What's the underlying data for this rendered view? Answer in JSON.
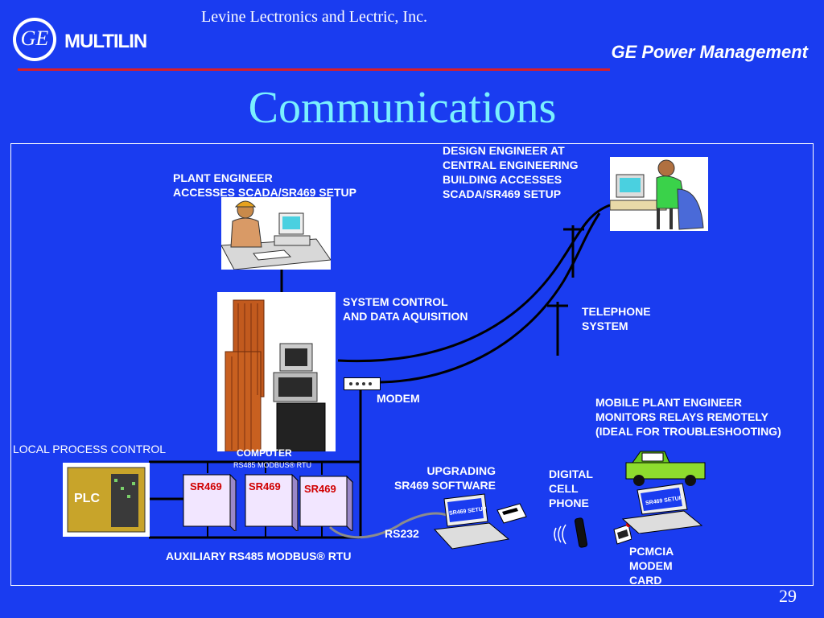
{
  "header": {
    "company": "Levine Lectronics and Lectric, Inc.",
    "brand": "MULTILIN",
    "tagline": "GE Power Management",
    "logo_text": "GE"
  },
  "title": "Communications",
  "page_number": "29",
  "labels": {
    "plant_engineer": [
      "PLANT ENGINEER",
      "ACCESSES SCADA/SR469 SETUP"
    ],
    "design_engineer": [
      "DESIGN ENGINEER AT",
      "CENTRAL ENGINEERING",
      "BUILDING ACCESSES",
      "SCADA/SR469 SETUP"
    ],
    "scada": [
      "SYSTEM CONTROL",
      "AND DATA AQUISITION"
    ],
    "telephone": [
      "TELEPHONE",
      "SYSTEM"
    ],
    "modem": "MODEM",
    "mobile": [
      "MOBILE PLANT ENGINEER",
      "MONITORS RELAYS REMOTELY",
      "(IDEAL FOR TROUBLESHOOTING)"
    ],
    "local_process": "LOCAL PROCESS CONTROL",
    "computer": "COMPUTER",
    "rs485_rtu": "RS485 MODBUS® RTU",
    "upgrading": [
      "UPGRADING",
      "SR469 SOFTWARE"
    ],
    "digital_cell": [
      "DIGITAL",
      "CELL",
      "PHONE"
    ],
    "rs232": "RS232",
    "auxiliary": "AUXILIARY RS485 MODBUS®  RTU",
    "pcmcia": [
      "PCMCIA",
      "MODEM",
      "CARD"
    ],
    "plc": "PLC",
    "sr469": "SR469",
    "sr469_setup": "SR469 SETUP"
  },
  "colors": {
    "background": "#1a3cf0",
    "title": "#7af0ff",
    "rule": "#d81e2a",
    "relay_text": "#d00000"
  }
}
